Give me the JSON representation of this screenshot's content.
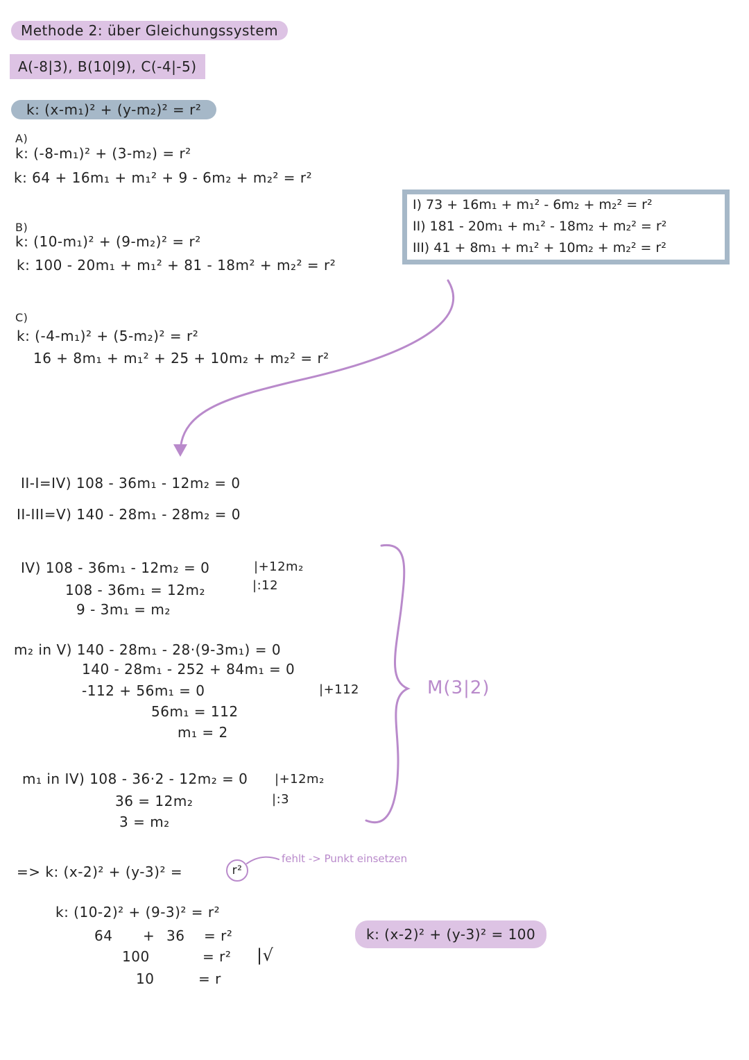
{
  "title": "Methode 2: über Gleichungssystem",
  "points": "A(-8|3), B(10|9), C(-4|-5)",
  "general_equation": "k: (x-m₁)² + (y-m₂)² = r²",
  "section_a": {
    "label": "A)",
    "line1": "k: (-8-m₁)² + (3-m₂) = r²",
    "line2": "k: 64 + 16m₁ + m₁² + 9 - 6m₂ + m₂² = r²"
  },
  "section_b": {
    "label": "B)",
    "line1": "k: (10-m₁)² + (9-m₂)² = r²",
    "line2": "k: 100 - 20m₁ + m₁² + 81 - 18m² + m₂² = r²"
  },
  "section_c": {
    "label": "C)",
    "line1": "k: (-4-m₁)² + (5-m₂)² = r²",
    "line2": "16 + 8m₁ + m₁² + 25 + 10m₂ + m₂² = r²"
  },
  "system_box": {
    "eq1": "I) 73 + 16m₁ + m₁² - 6m₂ + m₂² = r²",
    "eq2": "II) 181 - 20m₁ + m₁² - 18m₂ + m₂² = r²",
    "eq3": "III) 41 + 8m₁ + m₁² + 10m₂ + m₂² = r²"
  },
  "differences": {
    "line1": "II-I=IV) 108 - 36m₁ - 12m₂ = 0",
    "line2": "II-III=V) 140 - 28m₁ - 28m₂ = 0"
  },
  "solve_iv": {
    "line1": "IV) 108 - 36m₁ - 12m₂ = 0",
    "line2": "108 - 36m₁ = 12m₂",
    "line3": "9 - 3m₁ = m₂",
    "note1": "|+12m₂",
    "note2": "|:12"
  },
  "substitute_v": {
    "line1": "m₂ in V) 140 - 28m₁ - 28·(9-3m₁) = 0",
    "line2": "140 - 28m₁ - 252 + 84m₁ = 0",
    "line3": "-112 + 56m₁ = 0",
    "line4": "56m₁ = 112",
    "line5": "m₁ = 2",
    "note": "|+112"
  },
  "substitute_iv": {
    "line1": "m₁ in IV) 108 - 36·2 - 12m₂ = 0",
    "line2": "36 = 12m₂",
    "line3": "3 = m₂",
    "note1": "|+12m₂",
    "note2": "|:3"
  },
  "midpoint": "M(3|2)",
  "result_line": "=> k: (x-2)² + (y-3)² =",
  "circled": "r²",
  "annotation": "fehlt -> Punkt einsetzen",
  "radius_calc": {
    "line1": "k: (10-2)² + (9-3)² = r²",
    "line2_a": "64",
    "line2_b": "+",
    "line2_c": "36",
    "line2_d": "= r²",
    "line3_a": "100",
    "line3_b": "= r²",
    "line3_c": "|√",
    "line4_a": "10",
    "line4_b": "= r"
  },
  "final_result": "k: (x-2)² + (y-3)² = 100",
  "colors": {
    "purple_highlight": "#ddc3e4",
    "grey_highlight": "#a6b8c8",
    "purple_ink": "#b98acb"
  }
}
